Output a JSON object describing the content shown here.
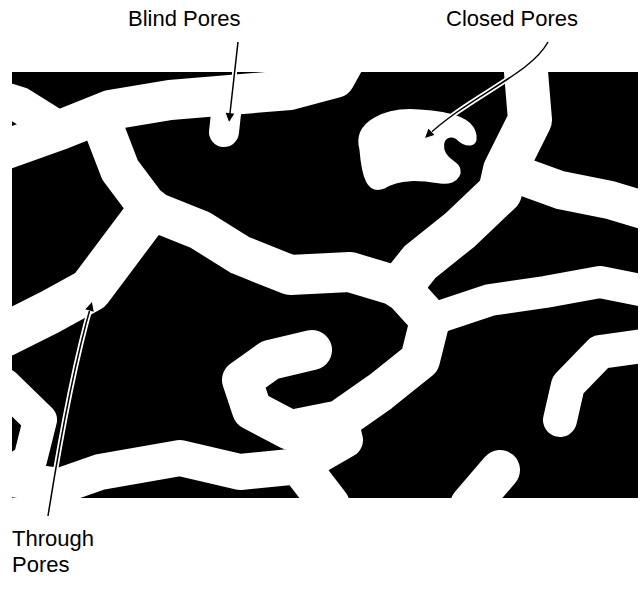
{
  "diagram": {
    "labels": [
      "Blind Pores",
      "Closed Pores",
      "Through Pores"
    ]
  }
}
